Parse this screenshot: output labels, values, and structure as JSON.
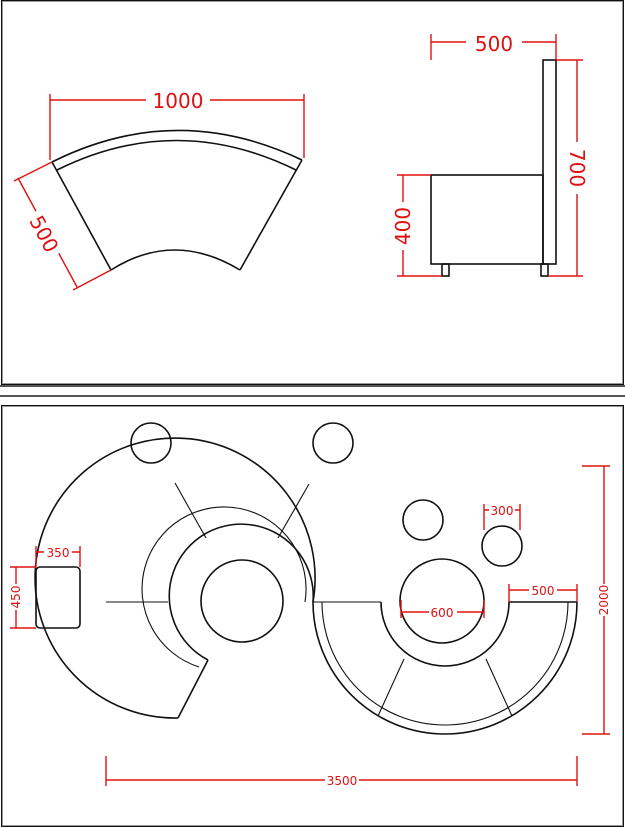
{
  "top_view": {
    "arc_width": "1000",
    "arc_depth": "500"
  },
  "side_view": {
    "seat_depth": "500",
    "seat_height": "400",
    "back_height": "700"
  },
  "layout_plan": {
    "ottoman_width": "350",
    "ottoman_height": "450",
    "small_table_dia": "300",
    "big_table_dia": "600",
    "seat_depth": "500",
    "total_depth": "2000",
    "total_length": "3500"
  },
  "colors": {
    "dimension": "#e01010",
    "outline": "#111111"
  }
}
